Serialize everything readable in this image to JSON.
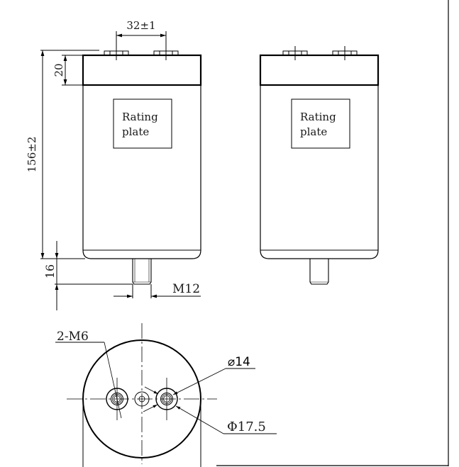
{
  "dimensions": {
    "terminal_spacing": "32±1",
    "cap_height": "20",
    "total_height": "156±2",
    "stud_length": "16",
    "stud_thread": "M12",
    "terminal_thread": "2-M6",
    "terminal_diameter": "⌀14",
    "terminal_outer_diameter": "Φ17.5"
  },
  "labels": {
    "plate_line1": "Rating",
    "plate_line2": "plate"
  }
}
